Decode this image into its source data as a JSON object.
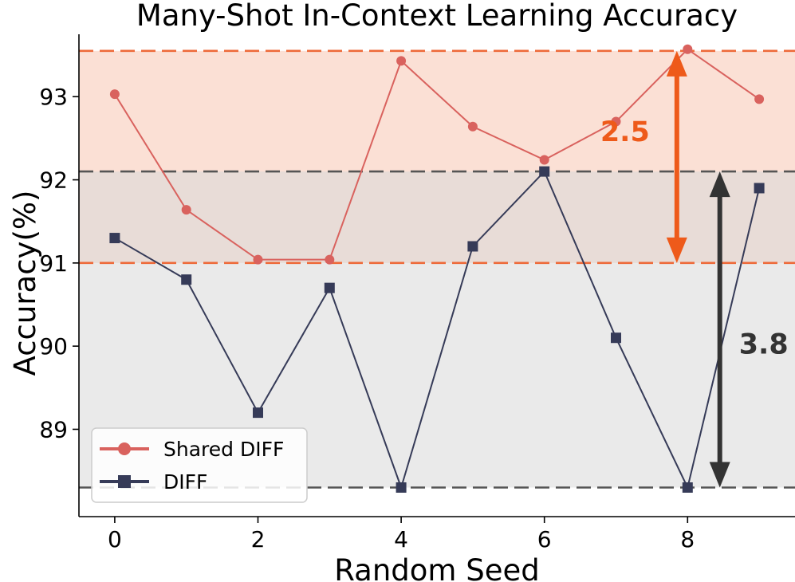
{
  "chart_data": {
    "type": "line",
    "title": "Many-Shot In-Context Learning Accuracy",
    "xlabel": "Random Seed",
    "ylabel": "Accuracy(%)",
    "xlim": [
      -0.5,
      9.5
    ],
    "ylim": [
      87.95,
      93.75
    ],
    "x_ticks": [
      0,
      2,
      4,
      6,
      8
    ],
    "y_ticks": [
      89,
      90,
      91,
      92,
      93
    ],
    "grid": false,
    "legend_position": "lower-left",
    "x": [
      0,
      1,
      2,
      3,
      4,
      5,
      6,
      7,
      8,
      9
    ],
    "series": [
      {
        "name": "Shared DIFF",
        "color": "#d9625e",
        "marker": "circle",
        "values": [
          93.03,
          91.64,
          91.04,
          91.04,
          93.43,
          92.64,
          92.24,
          92.7,
          93.57,
          92.97
        ]
      },
      {
        "name": "DIFF",
        "color": "#363b58",
        "marker": "square",
        "values": [
          91.3,
          90.8,
          89.2,
          90.7,
          88.3,
          91.2,
          92.1,
          90.1,
          88.3,
          91.9
        ]
      }
    ],
    "bands": [
      {
        "series": "Shared DIFF",
        "min": 91.0,
        "max": 93.55,
        "fill": "#f7c7b3",
        "line_color": "#ee6a3a"
      },
      {
        "series": "DIFF",
        "min": 88.3,
        "max": 92.1,
        "fill": "#d9d9d9",
        "line_color": "#555555"
      }
    ],
    "annotations": [
      {
        "label": "2.5",
        "x": 7.85,
        "from": 91.0,
        "to": 93.55,
        "color": "#ee5a1a"
      },
      {
        "label": "3.8",
        "x": 8.45,
        "from": 88.3,
        "to": 92.1,
        "color": "#333333"
      }
    ]
  }
}
